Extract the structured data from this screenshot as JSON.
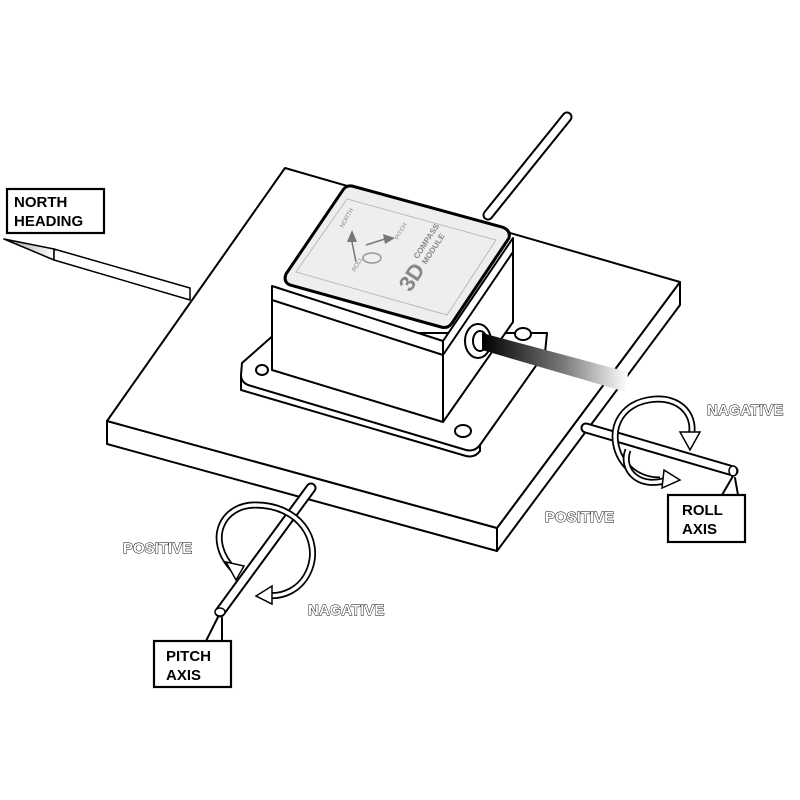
{
  "labels": {
    "north_line1": "NORTH",
    "north_line2": "HEADING",
    "roll_line1": "ROLL",
    "roll_line2": "AXIS",
    "pitch_line1": "PITCH",
    "pitch_line2": "AXIS"
  },
  "rotation": {
    "roll_negative": "NAGATIVE",
    "roll_positive": "POSITIVE",
    "pitch_positive": "POSITIVE",
    "pitch_negative": "NAGATIVE"
  },
  "module": {
    "brand": "3D",
    "line1": "COMPASS",
    "line2": "MODULE",
    "north_mark": "NORTH",
    "roll_mark": "ROLL",
    "pitch_mark": "PITCH"
  },
  "colors": {
    "ink": "#000000",
    "paper": "#ffffff",
    "module_top": "#eeeeee"
  }
}
